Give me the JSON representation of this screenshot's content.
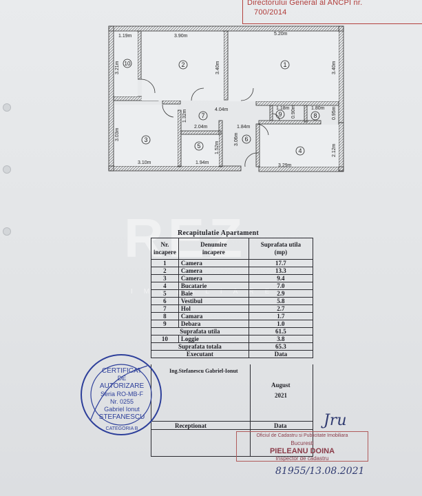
{
  "header_stamp": {
    "line1": "Directorului General al ANCPI nr.",
    "line2": "700/2014"
  },
  "floor_plan": {
    "dimensions": [
      "1.19m",
      "3.90m",
      "5.20m",
      "3.21m",
      "3.40m",
      "3.40m",
      "4.04m",
      "1.18m",
      "0.90m",
      "1.80m",
      "0.95m",
      "1.32m",
      "2.04m",
      "1.84m",
      "3.03m",
      "1.52m",
      "3.06m",
      "2.12m",
      "3.10m",
      "1.94m",
      "3.29m"
    ],
    "rooms": [
      "1",
      "2",
      "3",
      "4",
      "5",
      "6",
      "7",
      "8",
      "9",
      "10"
    ]
  },
  "watermark": {
    "brand": "REZ",
    "tagline": "IMOBILIARE"
  },
  "recap": {
    "title": "Recapitulatie Apartament",
    "headers": {
      "nr": [
        "Nr.",
        "incapere"
      ],
      "name": [
        "Denumire",
        "incapere"
      ],
      "area": [
        "Suprafata utila",
        "(mp)"
      ]
    },
    "rows": [
      {
        "nr": "1",
        "name": "Camera",
        "area": "17.7"
      },
      {
        "nr": "2",
        "name": "Camera",
        "area": "13.3"
      },
      {
        "nr": "3",
        "name": "Camera",
        "area": "9.4"
      },
      {
        "nr": "4",
        "name": "Bucatarie",
        "area": "7.0"
      },
      {
        "nr": "5",
        "name": "Baie",
        "area": "2.9"
      },
      {
        "nr": "6",
        "name": "Vestibul",
        "area": "5.8"
      },
      {
        "nr": "7",
        "name": "Hol",
        "area": "2.7"
      },
      {
        "nr": "8",
        "name": "Camara",
        "area": "1.7"
      },
      {
        "nr": "9",
        "name": "Debara",
        "area": "1.0"
      }
    ],
    "useful_label": "Suprafata utila",
    "useful_value": "61.5",
    "loggia": {
      "nr": "10",
      "name": "Loggie",
      "area": "3.8"
    },
    "total_label": "Suprafata totala",
    "total_value": "65.3",
    "executant_label": "Executant",
    "data_label": "Data",
    "executant_name": "Ing.Stefanescu Gabriel-Ionut",
    "date_month": "August",
    "date_year": "2021",
    "receptionat_label": "Receptionat",
    "data_label2": "Data"
  },
  "round_stamp": {
    "line1": "CERTIFICAT",
    "line2": "DE",
    "line3": "AUTORIZARE",
    "line4": "Seria RO-MB-F",
    "line5": "Nr. 0255",
    "line6": "Gabriel Ionut",
    "line7": "STEFANESCU",
    "line8": "CATEGORIA B"
  },
  "office_stamp": {
    "line1": "Oficiul de Cadastru si Publicitate Imobiliara",
    "line2": "Bucuresti",
    "line3": "PIELEANU DOINA",
    "line4": "Inspector de cadastru"
  },
  "handwritten": {
    "signature": "Jru",
    "reg_number": "81955/13.08.2021"
  }
}
